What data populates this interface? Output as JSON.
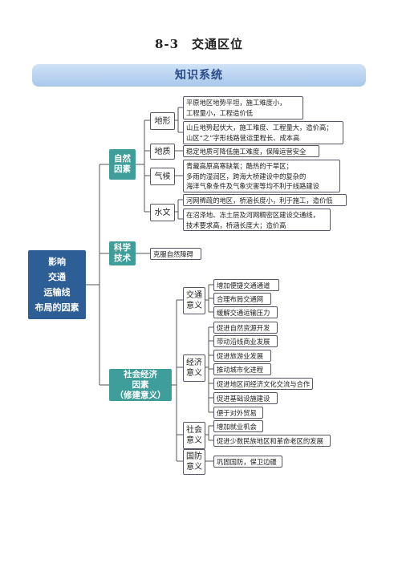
{
  "page_title": "8-3　交通区位",
  "banner": "知识系统",
  "root": [
    "影响",
    "交通",
    "运输线",
    "布局的因素"
  ],
  "natural": {
    "label": [
      "自然",
      "因素"
    ],
    "terrain": {
      "label": "地形",
      "items": [
        [
          "平原地区地势平坦，施工难度小，",
          "工程量小，工程造价低"
        ],
        [
          "山丘地势起伏大，施工难度、工程量大，造价高；",
          "山区“之”字形线路营运里程长、成本高"
        ]
      ]
    },
    "geology": {
      "label": "地质",
      "items": [
        [
          "稳定地质可降低施工难度，保障运营安全"
        ]
      ]
    },
    "climate": {
      "label": "气候",
      "items": [
        [
          "青藏高原高寒缺氧；酷热的干旱区；",
          "多雨的湿润区，跨海大桥建设中的复杂的",
          "海洋气象条件及气象灾害等均不利于线路建设"
        ]
      ]
    },
    "hydrology": {
      "label": "水文",
      "items": [
        [
          "河网稀疏的地区，桥涵长度小，利于施工，造价低"
        ],
        [
          "在沼泽地、冻土层及河网稠密区建设交通线，",
          "技术要求高，桥涵长度大；造价高"
        ]
      ]
    }
  },
  "tech": {
    "label": [
      "科学",
      "技术"
    ],
    "item": "克服自然障碍"
  },
  "social": {
    "label": [
      "社会经济",
      "因素",
      "（修建意义）"
    ],
    "transport": {
      "label": [
        "交通",
        "意义"
      ],
      "items": [
        "增加便捷交通通道",
        "合理布局交通网",
        "缓解交通运输压力"
      ]
    },
    "economic": {
      "label": [
        "经济",
        "意义"
      ],
      "items": [
        "促进自然资源开发",
        "带动沿线商业发展",
        "促进旅游业发展",
        "推动城市化进程",
        "促进地区间经济文化交流与合作",
        "促进基础设施建设",
        "便于对外贸易"
      ]
    },
    "society": {
      "label": [
        "社会",
        "意义"
      ],
      "items": [
        "增加就业机会",
        "促进少数民族地区和革命老区的发展"
      ]
    },
    "defense": {
      "label": [
        "国防",
        "意义"
      ],
      "items": [
        "巩固国防，保卫边疆"
      ]
    }
  }
}
